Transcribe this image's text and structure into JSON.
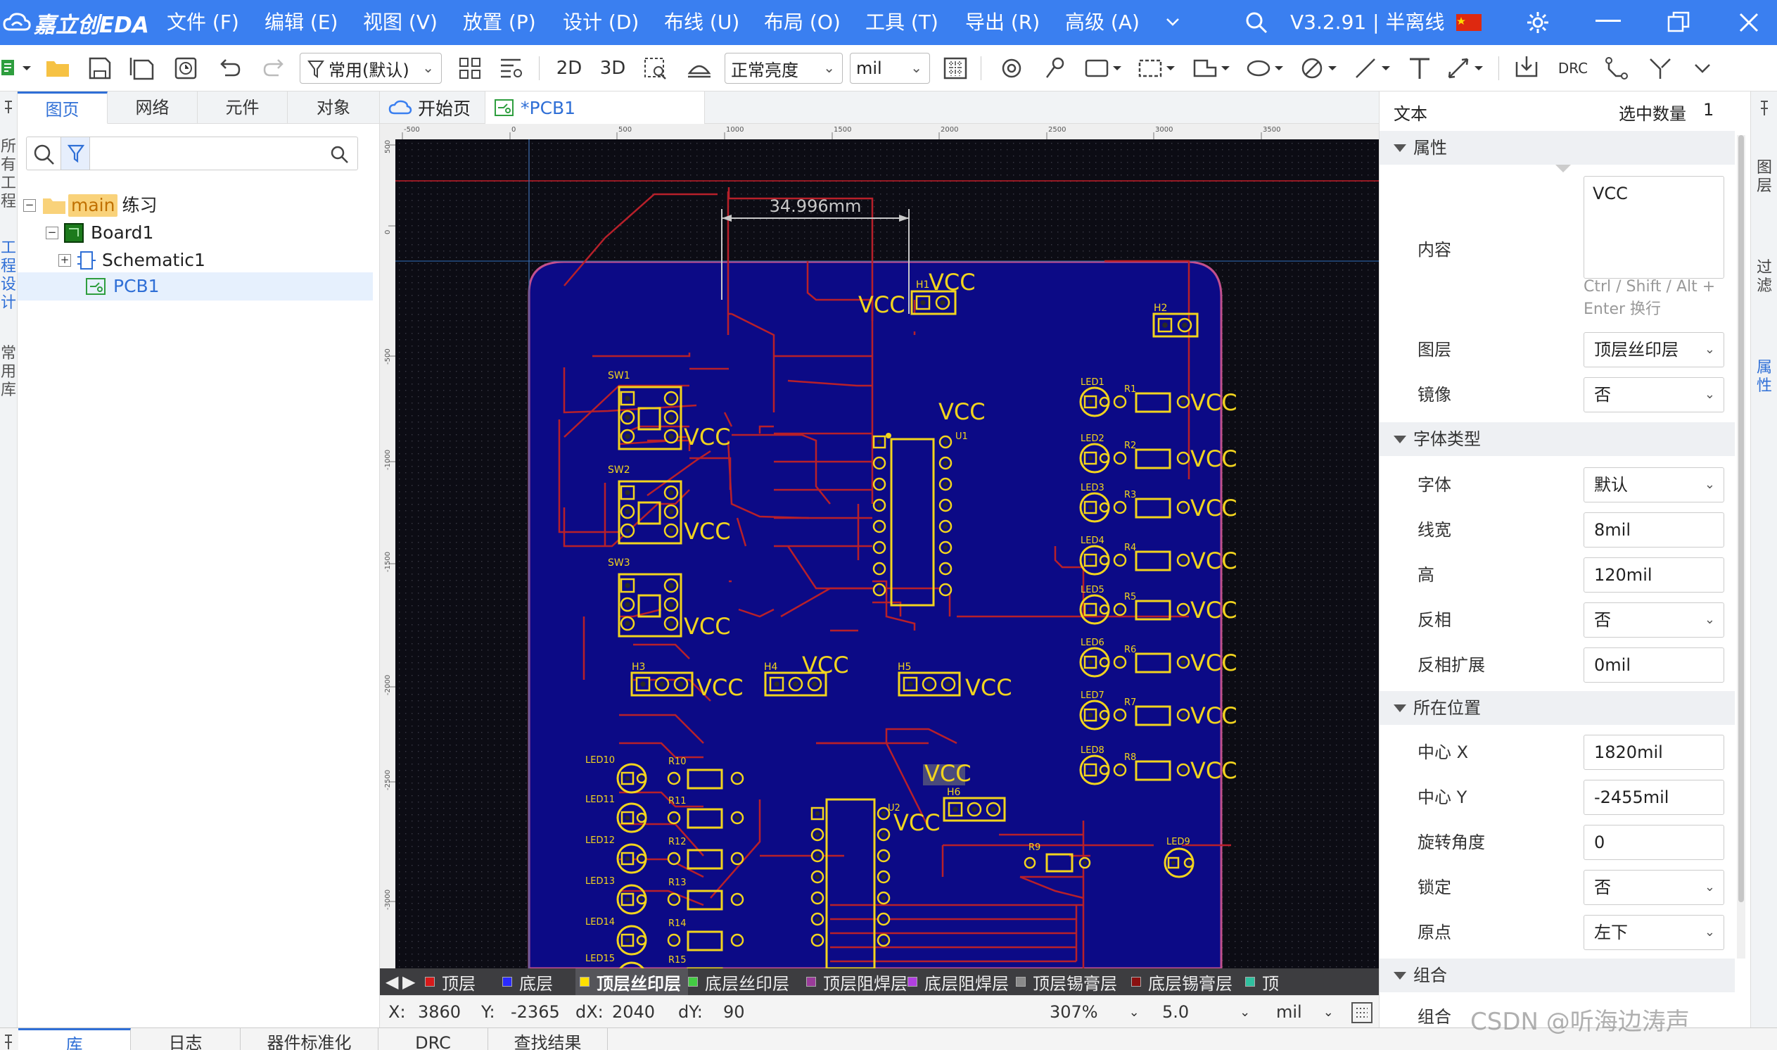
{
  "app": {
    "name": "嘉立创EDA",
    "version": "V3.2.91 | 半离线"
  },
  "menu": [
    "文件 (F)",
    "编辑 (E)",
    "视图 (V)",
    "放置 (P)",
    "设计 (D)",
    "布线 (U)",
    "布局 (O)",
    "工具 (T)",
    "导出 (R)",
    "高级 (A)"
  ],
  "toolbar": {
    "filter_label": "常用(默认)",
    "view_2d": "2D",
    "view_3d": "3D",
    "brightness": "正常亮度",
    "unit": "mil",
    "drc": "DRC"
  },
  "left_strip": [
    "所有工程",
    "工程设计",
    "常用库"
  ],
  "left_panel": {
    "tabs": [
      "图页",
      "网络",
      "元件",
      "对象"
    ],
    "tree": [
      {
        "badge": "main",
        "label": "练习"
      },
      {
        "label": "Board1"
      },
      {
        "label": "Schematic1"
      },
      {
        "label": "PCB1"
      }
    ]
  },
  "doc_tabs": [
    "开始页",
    "*PCB1"
  ],
  "ruler": {
    "top": [
      "-500",
      "0",
      "500",
      "1000",
      "1500",
      "2000",
      "2500",
      "3000",
      "3500"
    ],
    "left": [
      "500",
      "0",
      "-500",
      "-1000",
      "-1500",
      "-2000",
      "-2500",
      "-3000"
    ]
  },
  "pcb": {
    "dimension": "34.996mm",
    "net_label": "VCC",
    "designators": {
      "headers": [
        "H1",
        "H2",
        "H3",
        "H4",
        "H5",
        "H6"
      ],
      "switches": [
        "SW1",
        "SW2",
        "SW3"
      ],
      "ics": [
        "U1",
        "U2"
      ],
      "leds": [
        "LED1",
        "LED2",
        "LED3",
        "LED4",
        "LED5",
        "LED6",
        "LED7",
        "LED8",
        "LED9",
        "LED10",
        "LED11",
        "LED12",
        "LED13",
        "LED14",
        "LED15"
      ],
      "resistors": [
        "R1",
        "R2",
        "R3",
        "R4",
        "R5",
        "R6",
        "R7",
        "R8",
        "R9",
        "R10",
        "R11",
        "R12",
        "R13",
        "R14",
        "R15"
      ]
    }
  },
  "layers": [
    "顶层",
    "底层",
    "顶层丝印层",
    "底层丝印层",
    "顶层阻焊层",
    "底层阻焊层",
    "顶层锡膏层",
    "底层锡膏层",
    "顶"
  ],
  "layer_colors": [
    "#d71a1a",
    "#2a2aff",
    "#ffe000",
    "#44cc44",
    "#9a3b9a",
    "#b23fe0",
    "#8a8a8a",
    "#8a1010",
    "#30c0a0"
  ],
  "status": {
    "x_label": "X:",
    "x": "3860",
    "y_label": "Y:",
    "y": "-2365",
    "dx_label": "dX:",
    "dx": "2040",
    "dy_label": "dY:",
    "dy": "90",
    "zoom": "307%",
    "grid": "5.0",
    "unit": "mil"
  },
  "bottom_tabs": [
    "库",
    "日志",
    "器件标准化",
    "DRC",
    "查找结果"
  ],
  "properties": {
    "title": "文本",
    "selected_label": "选中数量",
    "selected_count": "1",
    "sections": {
      "attrs": "属性",
      "font": "字体类型",
      "position": "所在位置",
      "group": "组合"
    },
    "content_label": "内容",
    "content_value": "VCC",
    "content_hint": "Ctrl / Shift / Alt + Enter 换行",
    "layer_label": "图层",
    "layer_value": "顶层丝印层",
    "mirror_label": "镜像",
    "mirror_value": "否",
    "font_label": "字体",
    "font_value": "默认",
    "stroke_label": "线宽",
    "stroke_value": "8mil",
    "height_label": "高",
    "height_value": "120mil",
    "invert_label": "反相",
    "invert_value": "否",
    "invert_ext_label": "反相扩展",
    "invert_ext_value": "0mil",
    "cx_label": "中心 X",
    "cx_value": "1820mil",
    "cy_label": "中心 Y",
    "cy_value": "-2455mil",
    "rot_label": "旋转角度",
    "rot_value": "0",
    "lock_label": "锁定",
    "lock_value": "否",
    "origin_label": "原点",
    "origin_value": "左下",
    "group_label": "组合"
  },
  "right_strip": [
    "图层",
    "过滤",
    "属性"
  ],
  "watermark": "CSDN @听海边涛声"
}
